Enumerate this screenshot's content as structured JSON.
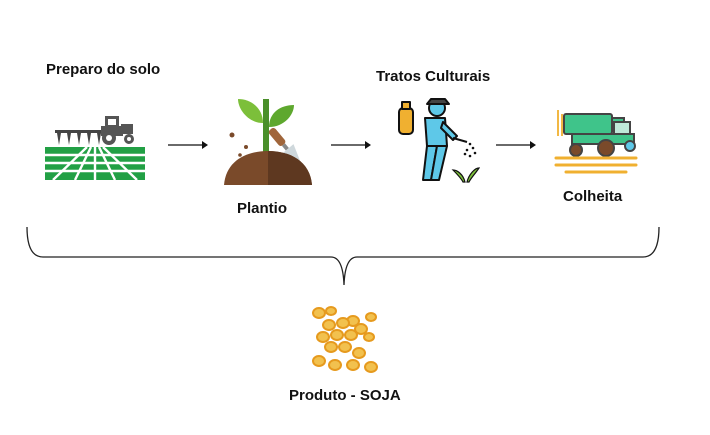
{
  "steps": [
    {
      "label": "Preparo do solo",
      "icon": "tractor-field-icon"
    },
    {
      "label": "Plantio",
      "icon": "sprout-planting-icon"
    },
    {
      "label": "Tratos Culturais",
      "icon": "farmer-spraying-icon"
    },
    {
      "label": "Colheita",
      "icon": "combine-harvester-icon"
    }
  ],
  "product": {
    "label": "Produto - SOJA",
    "icon": "soybeans-icon"
  },
  "colors": {
    "field_green": "#22a045",
    "tractor_gray": "#555555",
    "soil_brown": "#7a4a2a",
    "leaf_green": "#7cbf3a",
    "farmer_blue": "#5ec8e8",
    "tank_yellow": "#f0b030",
    "harvester_green": "#3fc48a",
    "soy_yellow": "#f2c14e",
    "line": "#222222"
  }
}
